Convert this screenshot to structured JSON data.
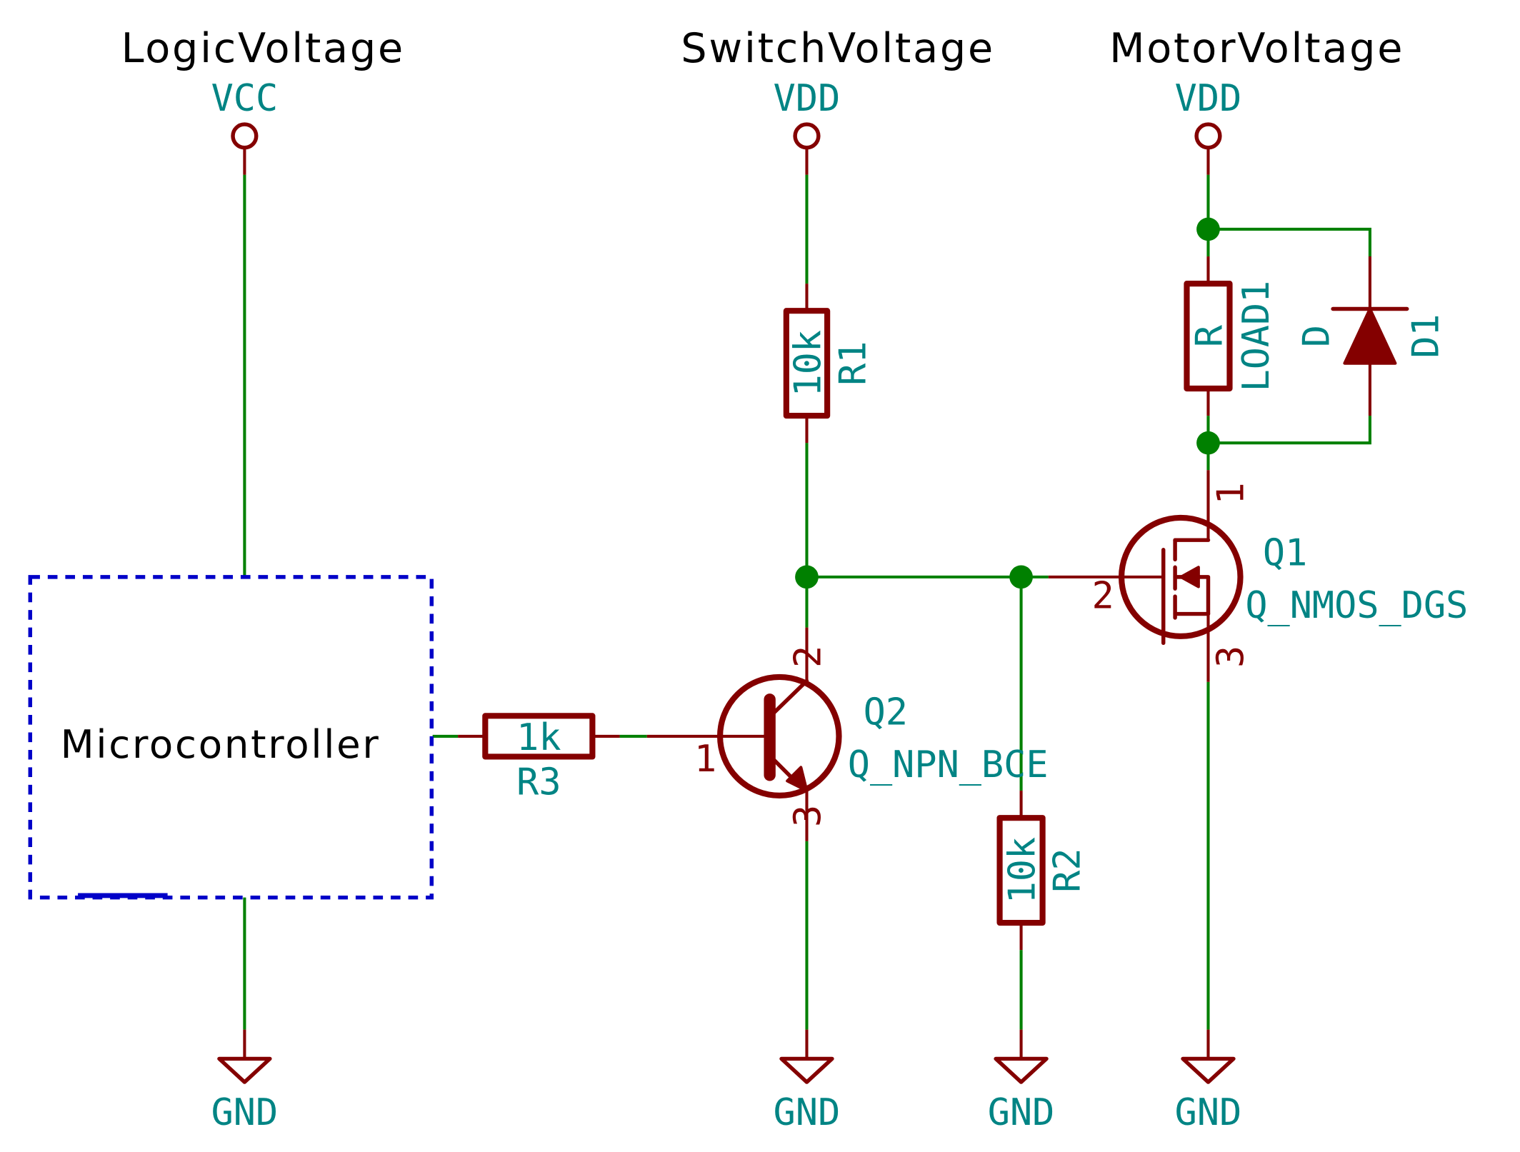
{
  "schematic": {
    "colors": {
      "wire": "#008000",
      "component": "#840000",
      "label": "#008484",
      "block_outline": "#0000c8",
      "title_text": "#000000"
    },
    "rail_titles": {
      "logic": "LogicVoltage",
      "switch": "SwitchVoltage",
      "motor": "MotorVoltage"
    },
    "power_ports": {
      "vcc": "VCC",
      "vdd_switch": "VDD",
      "vdd_motor": "VDD",
      "gnd_1": "GND",
      "gnd_2": "GND",
      "gnd_3": "GND",
      "gnd_4": "GND"
    },
    "block": {
      "label": "Microcontroller"
    },
    "components": {
      "R1": {
        "ref": "R1",
        "value": "10k"
      },
      "R2": {
        "ref": "R2",
        "value": "10k"
      },
      "R3": {
        "ref": "R3",
        "value": "1k"
      },
      "LOAD1": {
        "ref": "LOAD1",
        "value": "R"
      },
      "D1": {
        "ref": "D1",
        "value": "D"
      },
      "Q1": {
        "ref": "Q1",
        "value": "Q_NMOS_DGS",
        "pins": {
          "drain": "1",
          "gate": "2",
          "source": "3"
        }
      },
      "Q2": {
        "ref": "Q2",
        "value": "Q_NPN_BCE",
        "pins": {
          "base": "1",
          "collector": "2",
          "emitter": "3"
        }
      }
    }
  }
}
